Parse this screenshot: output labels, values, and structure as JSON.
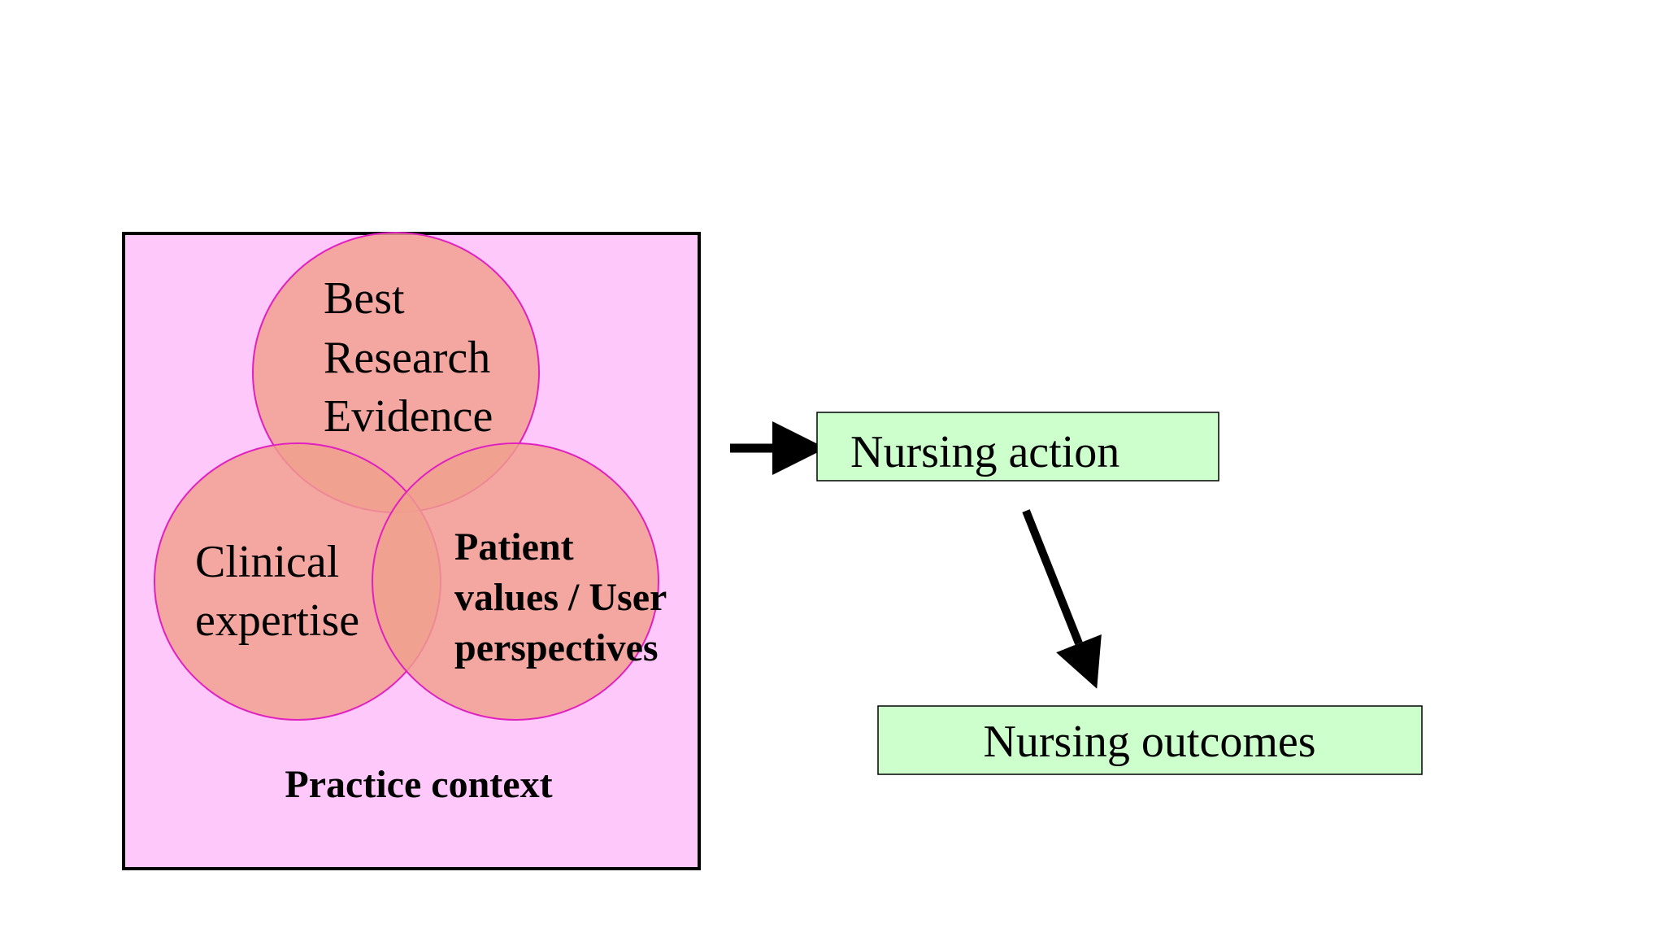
{
  "diagram": {
    "circles": {
      "research": {
        "lines": [
          "Best",
          "Research",
          "Evidence"
        ]
      },
      "clinical": {
        "lines": [
          "Clinical",
          "expertise"
        ]
      },
      "patient": {
        "lines": [
          "Patient",
          "values / User",
          "perspectives"
        ]
      }
    },
    "context_label": "Practice context",
    "action_label": "Nursing action",
    "outcomes_label": "Nursing outcomes"
  },
  "colors": {
    "context_fill": "#ffc8fa",
    "circle_fill": "#f0a08c",
    "circle_stroke": "#e020c0",
    "box_fill": "#ccffcc",
    "border": "#000000"
  }
}
